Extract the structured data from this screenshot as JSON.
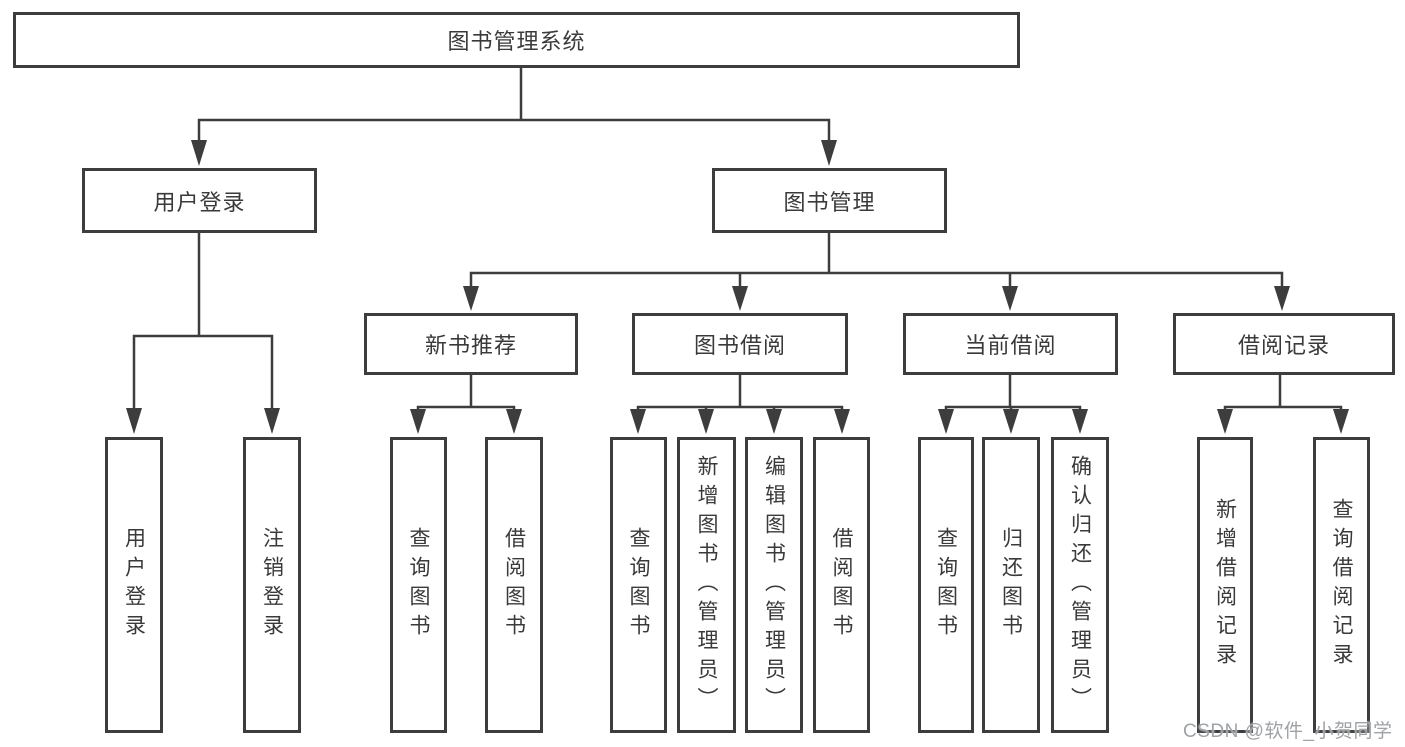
{
  "diagram_type": "functional-structure-tree",
  "tree": {
    "root": {
      "label": "图书管理系统",
      "children": [
        {
          "label": "用户登录",
          "children": [
            {
              "label": "用户登录"
            },
            {
              "label": "注销登录"
            }
          ]
        },
        {
          "label": "图书管理",
          "children": [
            {
              "label": "新书推荐",
              "children": [
                {
                  "label": "查询图书"
                },
                {
                  "label": "借阅图书"
                }
              ]
            },
            {
              "label": "图书借阅",
              "children": [
                {
                  "label": "查询图书"
                },
                {
                  "label": "新增图书（管理员）"
                },
                {
                  "label": "编辑图书（管理员）"
                },
                {
                  "label": "借阅图书"
                }
              ]
            },
            {
              "label": "当前借阅",
              "children": [
                {
                  "label": "查询图书"
                },
                {
                  "label": "归还图书"
                },
                {
                  "label": "确认归还（管理员）"
                }
              ]
            },
            {
              "label": "借阅记录",
              "children": [
                {
                  "label": "新增借阅记录"
                },
                {
                  "label": "查询借阅记录"
                }
              ]
            }
          ]
        }
      ]
    }
  },
  "watermark": {
    "text": "CSDN @软件_小贺同学",
    "color": "#9fa3a6"
  },
  "colors": {
    "line": "#3d3d3d",
    "text": "#3a3a3a",
    "background": "#ffffff"
  }
}
